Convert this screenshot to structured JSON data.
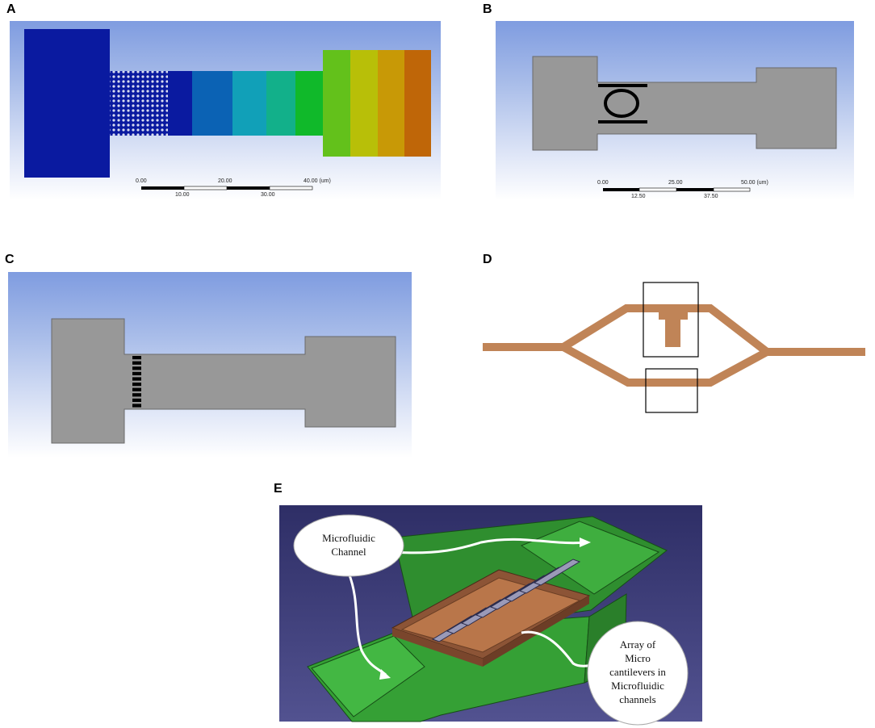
{
  "panels": {
    "A": {
      "letter": "A",
      "scale_top": [
        "0.00",
        "20.00",
        "40.00 (um)"
      ],
      "scale_bottom": [
        "10.00",
        "30.00"
      ],
      "gradient_colors": [
        "#0a1aa0",
        "#0b62b4",
        "#11a0b8",
        "#12b08a",
        "#10b92a",
        "#63c11b",
        "#b8bf08",
        "#c89906",
        "#bf6608",
        "#b60a0a"
      ]
    },
    "B": {
      "letter": "B",
      "scale_top": [
        "0.00",
        "25.00",
        "50.00 (um)"
      ],
      "scale_bottom": [
        "12.50",
        "37.50"
      ]
    },
    "C": {
      "letter": "C"
    },
    "D": {
      "letter": "D",
      "channel_color": "#c08457"
    },
    "E": {
      "letter": "E",
      "callout_channel": [
        "Microfluidic",
        "Channel"
      ],
      "callout_array": [
        "Array of",
        "Micro",
        "cantilevers in",
        "Microfluidic",
        "channels"
      ],
      "channel_color": "#3aa13a",
      "chamber_color": "#b9764a"
    }
  }
}
